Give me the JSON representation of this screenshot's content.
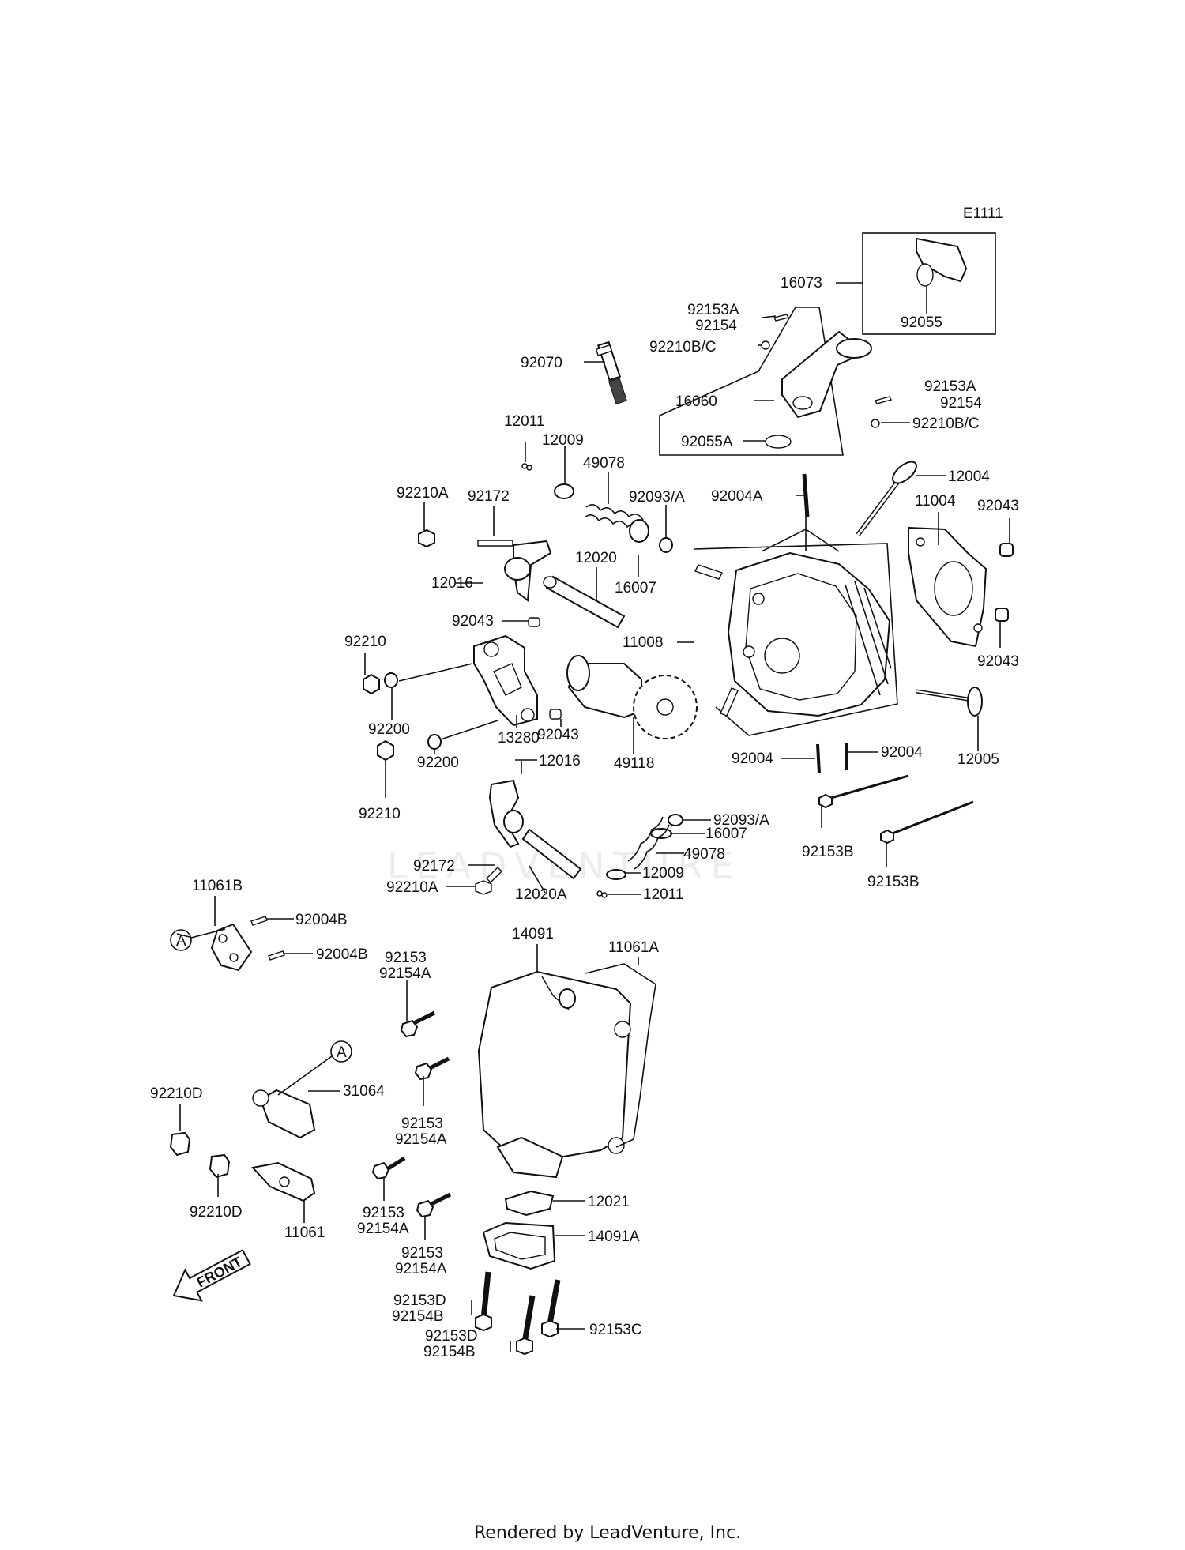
{
  "diagram_code": "E1111",
  "watermark": "LEADVENTURE",
  "footer": "Rendered by LeadVenture, Inc.",
  "front_label": "FRONT",
  "ref_marker": "A",
  "labels": [
    "16073",
    "92055",
    "92153A",
    "92154",
    "92210B/C",
    "92070",
    "16060",
    "92153A",
    "92154",
    "92210B/C",
    "92055A",
    "12011",
    "12009",
    "49078",
    "92210A",
    "92172",
    "92093/A",
    "92004A",
    "12004",
    "11004",
    "92043",
    "12016",
    "12020",
    "16007",
    "92043",
    "11008",
    "92210",
    "92200",
    "13280",
    "92043",
    "49118",
    "92043",
    "92210",
    "92200",
    "12016",
    "92004",
    "92004",
    "12005",
    "92093/A",
    "16007",
    "49078",
    "92153B",
    "92153B",
    "92172",
    "12009",
    "92210A",
    "12020A",
    "12011",
    "11061B",
    "92004B",
    "92004B",
    "14091",
    "11061A",
    "92153",
    "92154A",
    "31064",
    "92210D",
    "92153",
    "92154A",
    "92210D",
    "11061",
    "92153",
    "92154A",
    "12021",
    "92153",
    "92154A",
    "14091A",
    "92153D",
    "92154B",
    "92153C",
    "92153D",
    "92154B"
  ]
}
